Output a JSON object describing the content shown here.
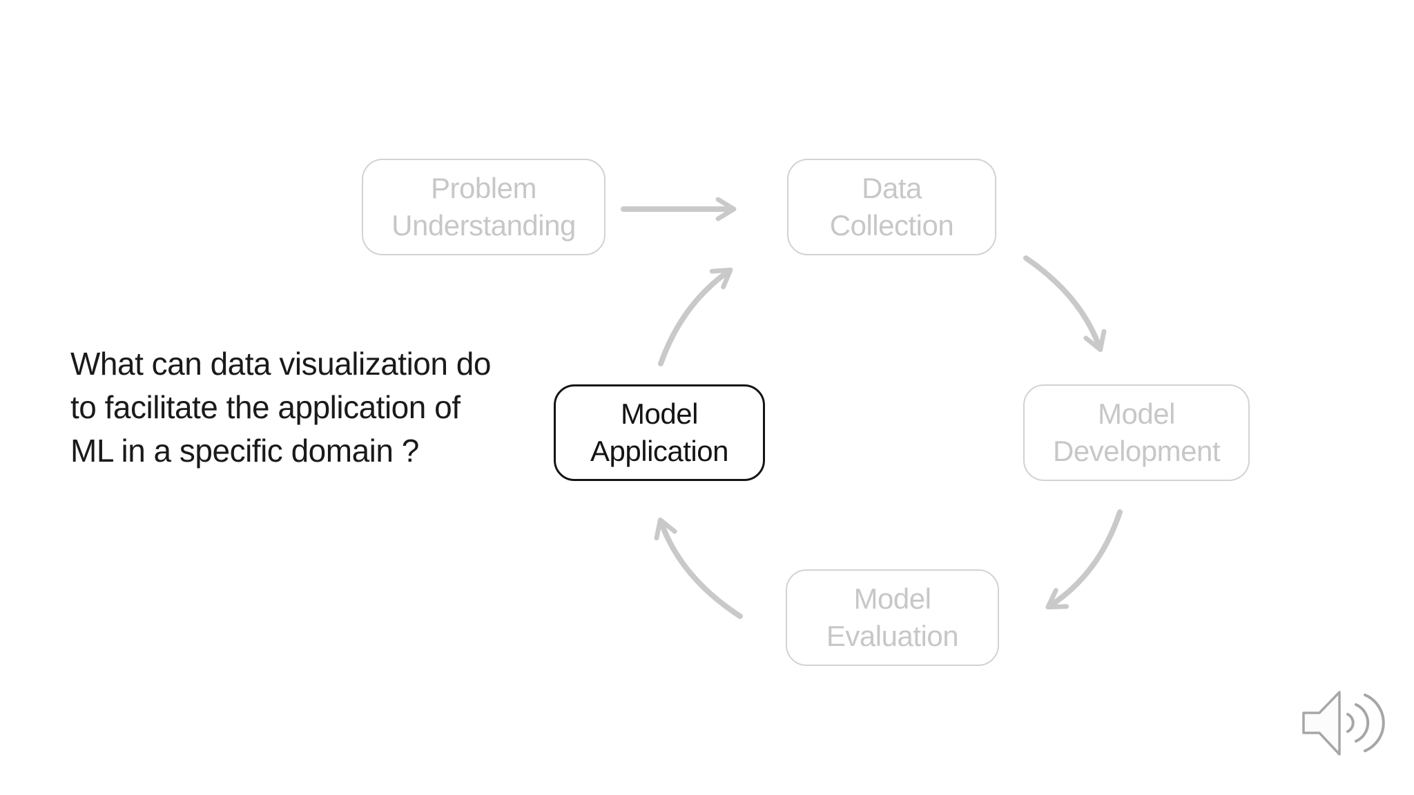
{
  "slide": {
    "background_color": "#ffffff",
    "question": {
      "line1": "What can data visualization do",
      "line2": "to facilitate the application of",
      "line3": "ML in a specific domain ?",
      "color": "#1a1a1a"
    },
    "diagram": {
      "type": "cycle-flow",
      "inactive_text_color": "#c7c7c7",
      "inactive_border_color": "#d2d2d2",
      "active_color": "#141414",
      "arrow_color": "#c9c9c9",
      "nodes": {
        "problem_understanding": {
          "line1": "Problem",
          "line2": "Understanding",
          "state": "inactive"
        },
        "data_collection": {
          "line1": "Data",
          "line2": "Collection",
          "state": "inactive"
        },
        "model_development": {
          "line1": "Model",
          "line2": "Development",
          "state": "inactive"
        },
        "model_evaluation": {
          "line1": "Model",
          "line2": "Evaluation",
          "state": "inactive"
        },
        "model_application": {
          "line1": "Model",
          "line2": "Application",
          "state": "active"
        }
      },
      "flow": [
        "Problem Understanding -> Data Collection",
        "Data Collection -> Model Development",
        "Model Development -> Model Evaluation",
        "Model Evaluation -> Model Application",
        "Model Application -> Data Collection"
      ]
    },
    "audio_icon": {
      "name": "speaker-audio-icon",
      "outline_color": "#a6a6a6",
      "fill_color": "#fcfcfc"
    }
  }
}
